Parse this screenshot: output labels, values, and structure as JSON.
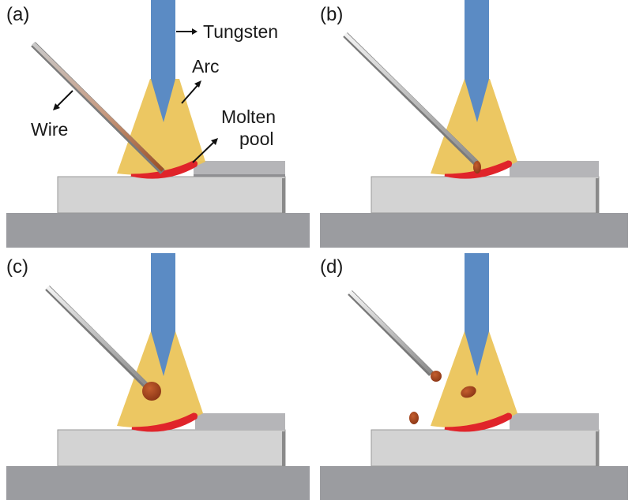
{
  "figure": {
    "title": "TIG wire-feed droplet transfer schematic",
    "colors": {
      "tungsten": "#5b8bc4",
      "arc": "#ebc45a",
      "molten_pool": "#e0242a",
      "droplet": "#a84a22",
      "wire_light": "#e6e6e6",
      "wire_dark": "#8a8a8a",
      "plate_top": "#b5b5b8",
      "plate_mid": "#d3d3d3",
      "base": "#9b9ca0"
    },
    "panels": [
      {
        "id": "a",
        "label": "(a)",
        "stage": "wire in contact with molten pool",
        "annotations": {
          "tungsten": "Tungsten",
          "arc": "Arc",
          "wire": "Wire",
          "molten_pool_line1": "Molten",
          "molten_pool_line2": "pool"
        }
      },
      {
        "id": "b",
        "label": "(b)",
        "stage": "droplet forming at wire tip near pool"
      },
      {
        "id": "c",
        "label": "(c)",
        "stage": "large droplet on wire tip inside arc"
      },
      {
        "id": "d",
        "label": "(d)",
        "stage": "droplets detached and scattered"
      }
    ]
  }
}
